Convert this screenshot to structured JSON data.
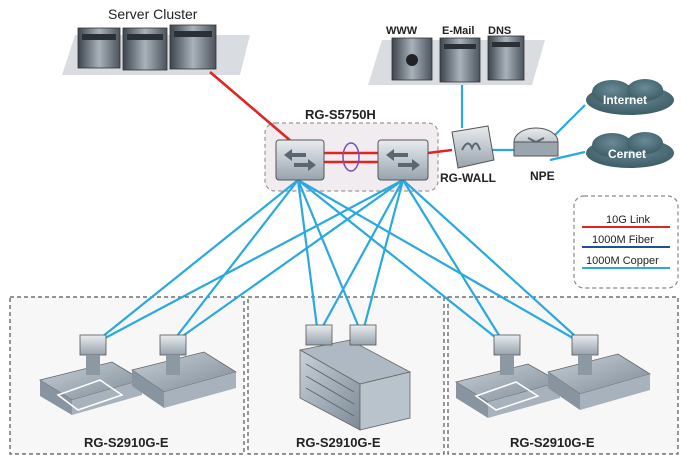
{
  "labels": {
    "server_cluster": "Server Cluster",
    "www": "WWW",
    "email": "E-Mail",
    "dns": "DNS",
    "core_switch": "RG-S5750H",
    "firewall": "RG-WALL",
    "npe": "NPE",
    "internet": "Internet",
    "cernet": "Cernet",
    "access_left": "RG-S2910G-E",
    "access_mid": "RG-S2910G-E",
    "access_right": "RG-S2910G-E"
  },
  "legend": {
    "items": [
      {
        "label": "10G Link",
        "color": "#e02424"
      },
      {
        "label": "1000M Fiber",
        "color": "#1f4e9c"
      },
      {
        "label": "1000M Copper",
        "color": "#29a9e0"
      }
    ]
  },
  "colors": {
    "link_10g": "#e02424",
    "fiber": "#1f4e9c",
    "copper": "#29a9e0",
    "cloud": "#4f7480",
    "building": "#9aa7b4"
  }
}
